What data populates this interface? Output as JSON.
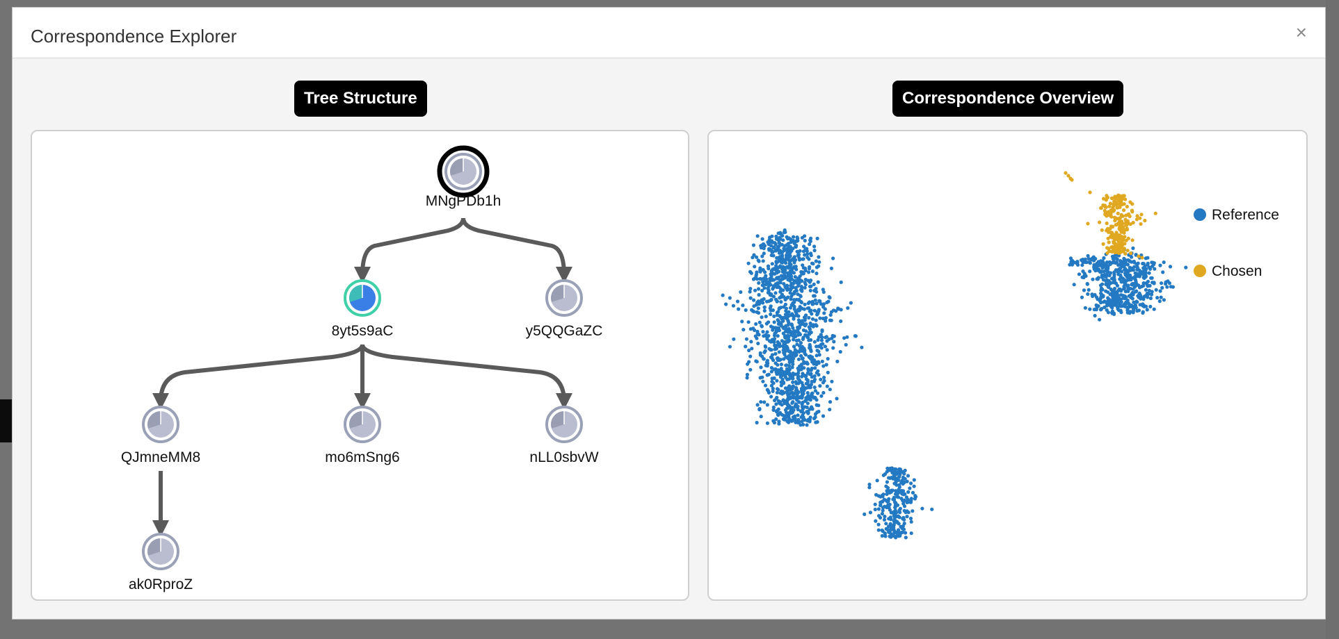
{
  "modal": {
    "title": "Correspondence Explorer",
    "close_label": "×"
  },
  "tree_panel": {
    "title": "Tree Structure",
    "nodes": [
      {
        "id": "MNgPDb1h",
        "selected_root": true
      },
      {
        "id": "8yt5s9aC",
        "highlighted": true
      },
      {
        "id": "y5QQGaZC"
      },
      {
        "id": "QJmneMM8"
      },
      {
        "id": "mo6mSng6"
      },
      {
        "id": "nLL0sbvW"
      },
      {
        "id": "ak0RproZ"
      }
    ],
    "edges": [
      [
        "MNgPDb1h",
        "8yt5s9aC"
      ],
      [
        "MNgPDb1h",
        "y5QQGaZC"
      ],
      [
        "8yt5s9aC",
        "QJmneMM8"
      ],
      [
        "8yt5s9aC",
        "mo6mSng6"
      ],
      [
        "8yt5s9aC",
        "nLL0sbvW"
      ],
      [
        "QJmneMM8",
        "ak0RproZ"
      ]
    ]
  },
  "overview_panel": {
    "title": "Correspondence Overview",
    "legend": [
      {
        "label": "Reference",
        "color": "#2479c3"
      },
      {
        "label": "Chosen",
        "color": "#e0a820"
      }
    ]
  },
  "chart_data": {
    "type": "scatter",
    "title": "",
    "xlabel": "",
    "ylabel": "",
    "grid": false,
    "legend_placement": "top-right",
    "series": [
      {
        "name": "Reference",
        "color": "#2479c3"
      },
      {
        "name": "Chosen",
        "color": "#e0a820"
      }
    ]
  },
  "colors": {
    "reference": "#2479c3",
    "chosen": "#e0a820",
    "node_gray": "#b9bdcf",
    "node_ring": "#9aa0b5",
    "highlight_ring": "#3fd0a8",
    "highlight_fill": "#3a7fe6",
    "edge": "#5a5a5a"
  }
}
